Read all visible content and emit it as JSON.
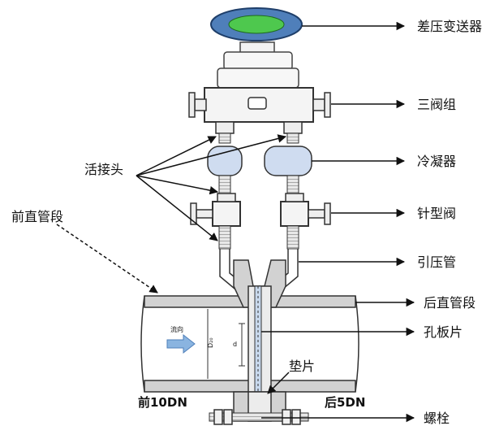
{
  "labels": {
    "dp_transmitter": "差压变送器",
    "three_valve": "三阀组",
    "condenser": "冷凝器",
    "needle_valve": "针型阀",
    "union": "活接头",
    "upstream_straight": "前直管段",
    "impulse_tube": "引压管",
    "downstream_straight": "后直管段",
    "orifice_plate": "孔板片",
    "gasket": "垫片",
    "bolt": "螺栓",
    "front_dn": "前10DN",
    "back_dn": "后5DN",
    "flow_dir": "流向",
    "d20": "D₂₀",
    "d": "d"
  },
  "colors": {
    "transmitter_outer": "#4f7fba",
    "transmitter_inner": "#4ec84e",
    "condenser": "#cfdcf0",
    "pipe_fill": "#d2d2d2",
    "flow_arrow": "#8ab4e0"
  }
}
